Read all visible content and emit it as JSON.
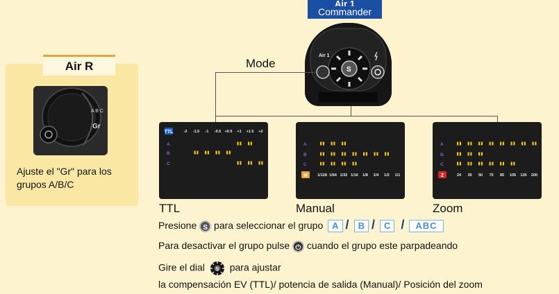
{
  "air_r": {
    "title": "Air R",
    "gr_label": "Gr",
    "abc_label": "A B C",
    "note": "Ajuste el \"Gr\" para los grupos A/B/C"
  },
  "commander": {
    "title": "Air 1",
    "subtitle": "Commander",
    "device_label": "Air 1",
    "s_label": "S",
    "mode_label": "Mode"
  },
  "panels": {
    "ttl": {
      "caption": "TTL",
      "badge": "TTL",
      "scale": [
        "-2",
        "-1.5",
        "-1",
        "-0.5",
        "+0.5",
        "+1",
        "+1.5",
        "+2"
      ],
      "groups": [
        "A",
        "B",
        "C"
      ]
    },
    "manual": {
      "caption": "Manual",
      "badge": "M",
      "scale": [
        "1/128",
        "1/64",
        "1/32",
        "1/16",
        "1/8",
        "1/4",
        "1/2",
        "1/1"
      ],
      "groups": [
        "A",
        "B",
        "C"
      ]
    },
    "zoom": {
      "caption": "Zoom",
      "badge": "Z",
      "scale": [
        "24",
        "35",
        "50",
        "70",
        "85",
        "105",
        "135",
        "200"
      ],
      "groups": [
        "A",
        "B",
        "C"
      ]
    }
  },
  "instructions": {
    "line1_pre": "Presione",
    "line1_post": "para seleccionar el grupo",
    "groups": [
      "A",
      "B",
      "C",
      "ABC"
    ],
    "line2_pre": "Para desactivar el grupo pulse",
    "line2_post": "cuando el grupo este parpadeando",
    "line3_pre": "Gire el dial",
    "line3_post": "para ajustar",
    "line4": "la compensación EV (TTL)/ potencia de salida (Manual)/ Posición del zoom"
  },
  "colors": {
    "background": "#fdf3cf",
    "card": "#fbe7a4",
    "accent_orange": "#e8a43a",
    "commander_blue": "#1a4fa3",
    "led_yellow": "#f5c518",
    "group_purple": "#8a5ec9"
  }
}
